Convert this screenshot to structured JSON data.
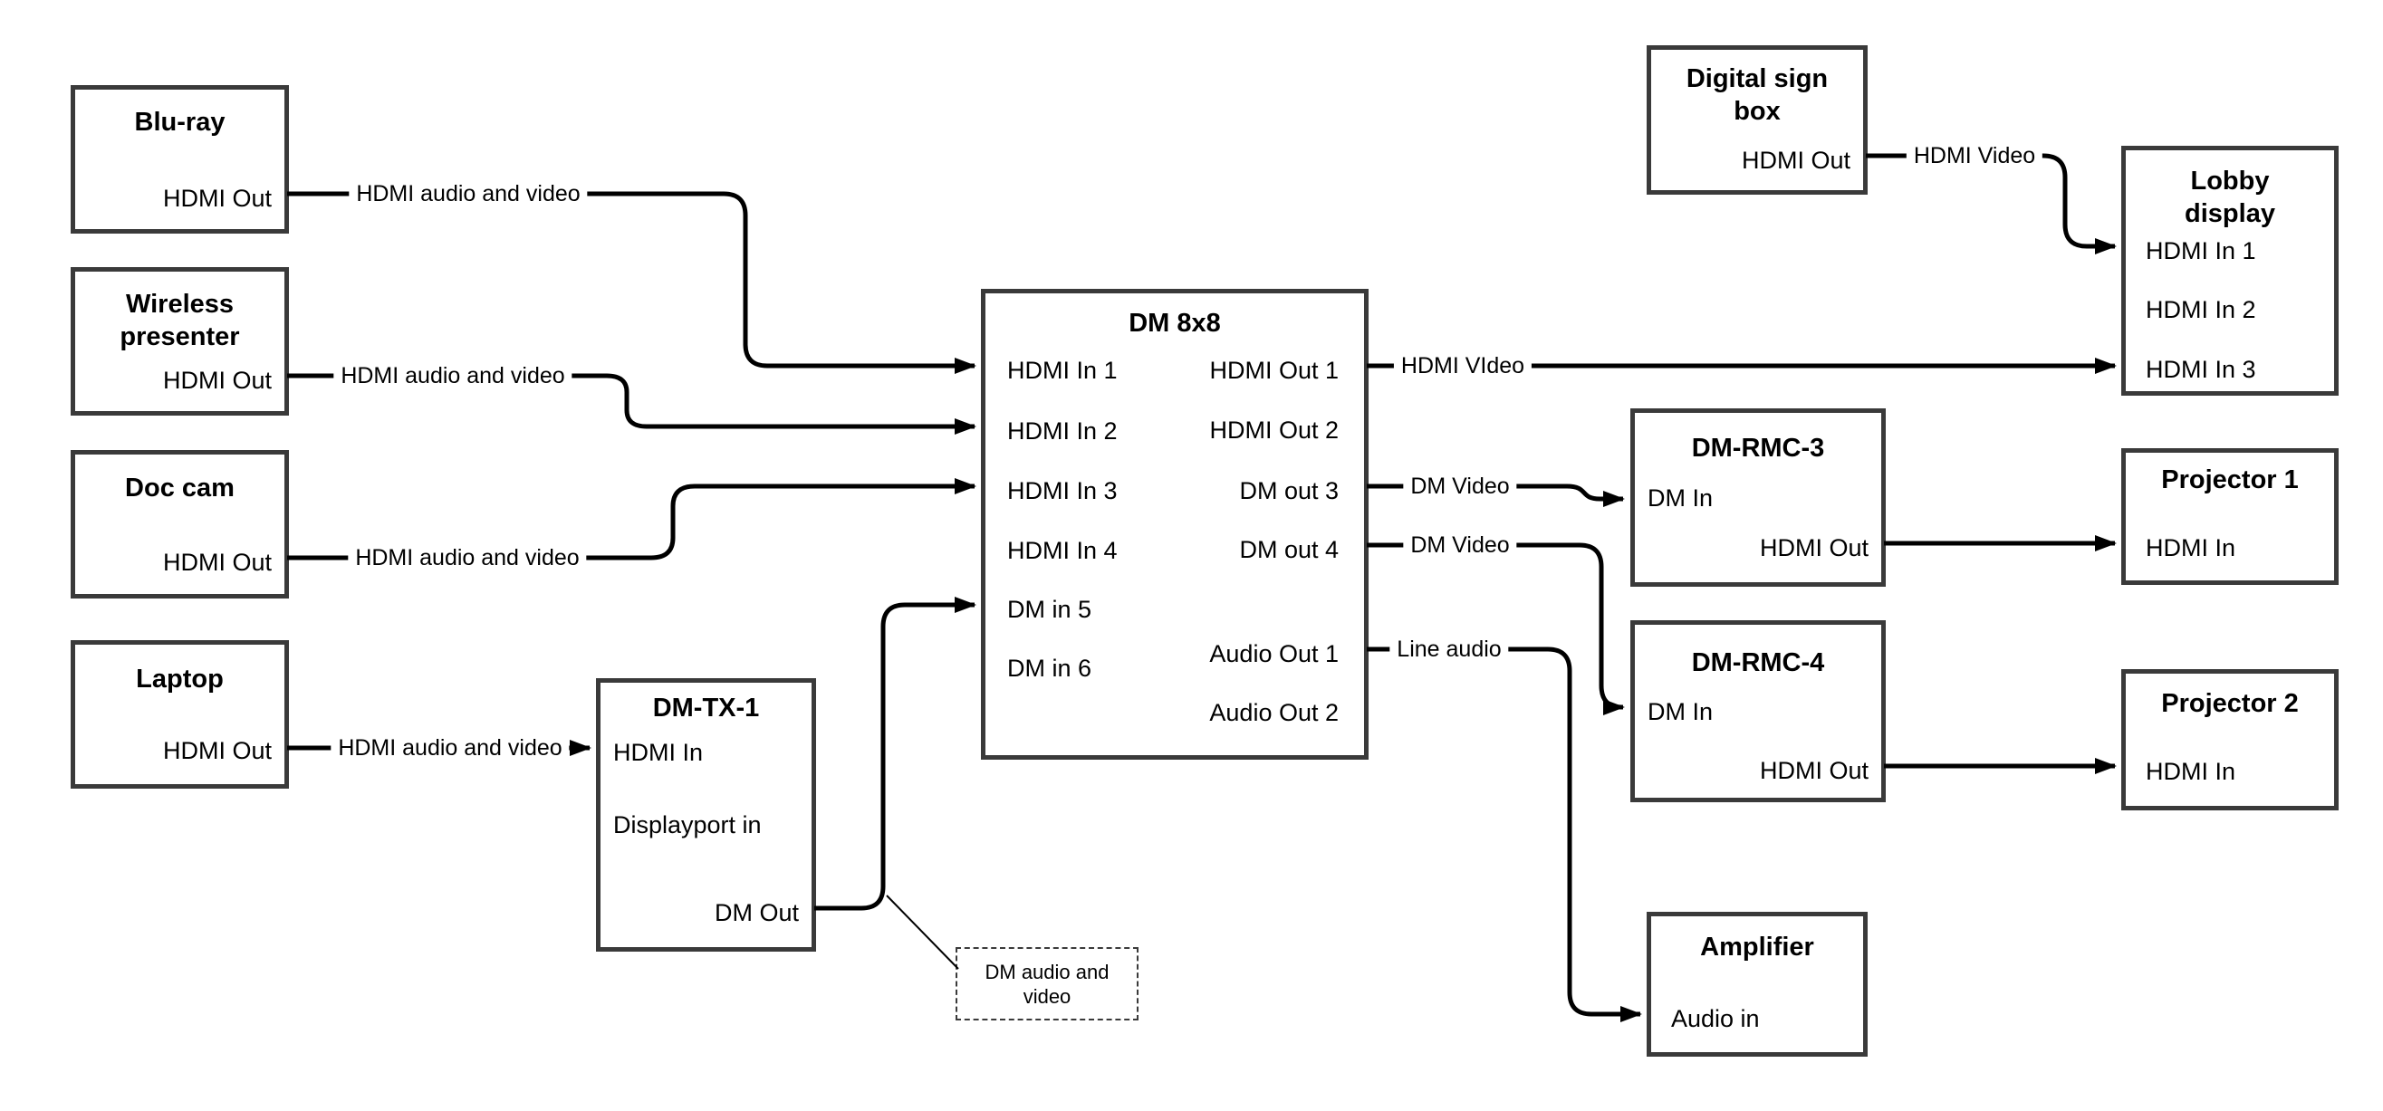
{
  "diagram": {
    "colors": {
      "background": "#ffffff",
      "line": "#000000",
      "box_border": "#3a3a3a",
      "text": "#000000"
    },
    "nodes": {
      "bluray": {
        "title": "Blu-ray",
        "port_out": "HDMI Out"
      },
      "wireless": {
        "title": "Wireless presenter",
        "port_out": "HDMI Out"
      },
      "doccam": {
        "title": "Doc cam",
        "port_out": "HDMI Out"
      },
      "laptop": {
        "title": "Laptop",
        "port_out": "HDMI Out"
      },
      "dmtx1": {
        "title": "DM-TX-1",
        "port_hdmi_in": "HDMI In",
        "port_dp_in": "Displayport in",
        "port_dm_out": "DM Out"
      },
      "dm8x8": {
        "title": "DM 8x8",
        "in1": "HDMI In 1",
        "in2": "HDMI In 2",
        "in3": "HDMI In 3",
        "in4": "HDMI In 4",
        "in5": "DM in 5",
        "in6": "DM in 6",
        "out1": "HDMI Out 1",
        "out2": "HDMI Out 2",
        "out3": "DM out 3",
        "out4": "DM out 4",
        "aout1": "Audio Out 1",
        "aout2": "Audio Out 2"
      },
      "digitalsign": {
        "title": "Digital sign box",
        "port_out": "HDMI Out"
      },
      "lobby": {
        "title": "Lobby display",
        "in1": "HDMI In 1",
        "in2": "HDMI In 2",
        "in3": "HDMI In 3"
      },
      "dmrmc3": {
        "title": "DM-RMC-3",
        "port_in": "DM In",
        "port_out": "HDMI Out"
      },
      "proj1": {
        "title": "Projector 1",
        "port_in": "HDMI In"
      },
      "dmrmc4": {
        "title": "DM-RMC-4",
        "port_in": "DM In",
        "port_out": "HDMI Out"
      },
      "proj2": {
        "title": "Projector 2",
        "port_in": "HDMI In"
      },
      "amplifier": {
        "title": "Amplifier",
        "port_in": "Audio in"
      },
      "note": {
        "text": "DM audio and video"
      }
    },
    "edges": [
      {
        "from": "Blu-ray HDMI Out",
        "to": "DM 8x8 HDMI In 1",
        "label": "HDMI audio and video"
      },
      {
        "from": "Wireless presenter HDMI Out",
        "to": "DM 8x8 HDMI In 2",
        "label": "HDMI audio and video"
      },
      {
        "from": "Doc cam HDMI Out",
        "to": "DM 8x8 HDMI In 3",
        "label": "HDMI audio and video"
      },
      {
        "from": "Laptop HDMI Out",
        "to": "DM-TX-1 HDMI In",
        "label": "HDMI audio and video"
      },
      {
        "from": "DM-TX-1 DM Out",
        "to": "DM 8x8 DM in 5",
        "label": ""
      },
      {
        "from": "DM 8x8 HDMI Out 1",
        "to": "Lobby display HDMI In 3",
        "label": "HDMI VIdeo"
      },
      {
        "from": "DM 8x8 DM out 3",
        "to": "DM-RMC-3 DM In",
        "label": "DM Video"
      },
      {
        "from": "DM 8x8 DM out 4",
        "to": "DM-RMC-4 DM In",
        "label": "DM Video"
      },
      {
        "from": "DM 8x8 Audio Out 1",
        "to": "Amplifier Audio in",
        "label": "Line audio"
      },
      {
        "from": "Digital sign box HDMI Out",
        "to": "Lobby display HDMI In 1",
        "label": "HDMI Video"
      },
      {
        "from": "DM-RMC-3 HDMI Out",
        "to": "Projector 1 HDMI In",
        "label": ""
      },
      {
        "from": "DM-RMC-4 HDMI Out",
        "to": "Projector 2 HDMI In",
        "label": ""
      }
    ]
  }
}
